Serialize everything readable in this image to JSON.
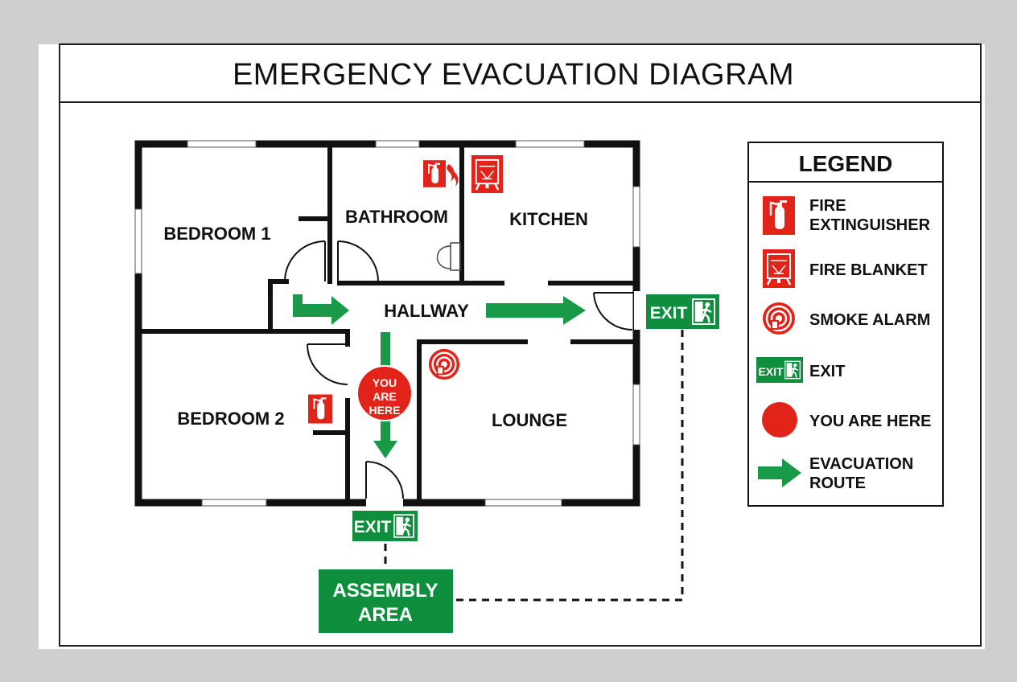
{
  "title": "EMERGENCY EVACUATION DIAGRAM",
  "rooms": {
    "bedroom1": "BEDROOM 1",
    "bathroom": "BATHROOM",
    "kitchen": "KITCHEN",
    "hallway": "HALLWAY",
    "bedroom2": "BEDROOM 2",
    "lounge": "LOUNGE"
  },
  "you_are_here": [
    "YOU",
    "ARE",
    "HERE"
  ],
  "exit_label": "EXIT",
  "assembly_area": [
    "ASSEMBLY",
    "AREA"
  ],
  "legend": {
    "title": "LEGEND",
    "fire_extinguisher": [
      "FIRE",
      "EXTINGUISHER"
    ],
    "fire_blanket": "FIRE BLANKET",
    "smoke_alarm": "SMOKE ALARM",
    "exit": "EXIT",
    "you_are_here": "YOU ARE HERE",
    "evacuation_route": [
      "EVACUATION",
      "ROUTE"
    ]
  },
  "icons": {
    "fire_extinguisher": "fire-extinguisher-icon",
    "fire_blanket": "fire-blanket-icon",
    "smoke_alarm": "smoke-alarm-icon",
    "exit_sign": "exit-sign-icon",
    "you_are_here": "you-are-here-icon",
    "evacuation_arrow": "evacuation-arrow-icon",
    "fire_blanket_text": "FIRE"
  },
  "colors": {
    "safety_red": "#e2231a",
    "exit_green": "#0f8f3e",
    "route_green": "#1a9a48",
    "wall": "#111111",
    "background": "#ffffff",
    "outer_background": "#cfcfcf"
  }
}
